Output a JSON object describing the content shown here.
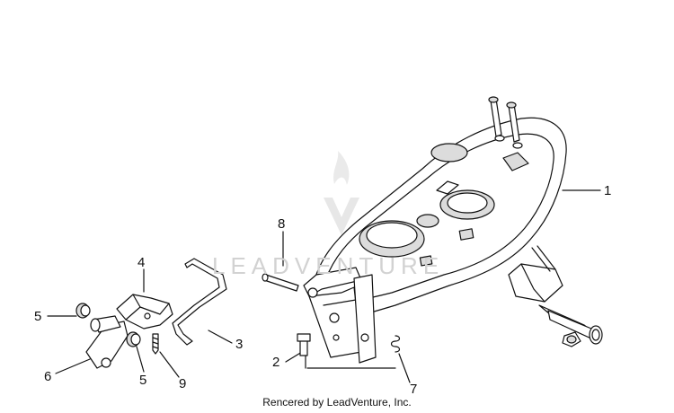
{
  "watermark": {
    "brand": "LEADVENTURE"
  },
  "callouts": [
    {
      "id": "1",
      "text": "1"
    },
    {
      "id": "2",
      "text": "2"
    },
    {
      "id": "3",
      "text": "3"
    },
    {
      "id": "4",
      "text": "4"
    },
    {
      "id": "5a",
      "text": "5"
    },
    {
      "id": "5b",
      "text": "5"
    },
    {
      "id": "6",
      "text": "6"
    },
    {
      "id": "7",
      "text": "7"
    },
    {
      "id": "8",
      "text": "8"
    },
    {
      "id": "9",
      "text": "9"
    }
  ],
  "credit": "Rencered by LeadVenture, Inc."
}
